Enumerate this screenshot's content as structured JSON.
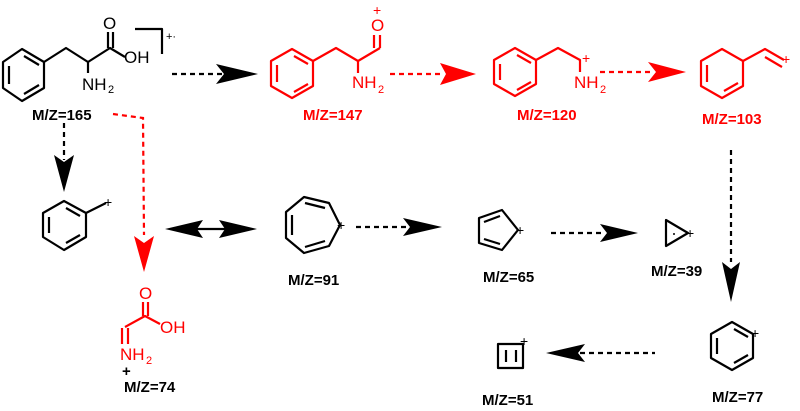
{
  "colors": {
    "default": "#000000",
    "highlight": "#ff0000"
  },
  "species": [
    {
      "id": "phenylalanine",
      "label": "M/Z=165",
      "atoms": [
        "O",
        "OH",
        "NH",
        "2"
      ],
      "charge": "+·",
      "color": "#000000"
    },
    {
      "id": "acylium",
      "label": "M/Z=147",
      "atoms": [
        "O",
        "+",
        "NH",
        "2"
      ],
      "color": "#ff0000"
    },
    {
      "id": "phenethyl-ammonium",
      "label": "M/Z=120",
      "atoms": [
        "NH",
        "2",
        "+"
      ],
      "color": "#ff0000"
    },
    {
      "id": "styryl-cation",
      "label": "M/Z=103",
      "atoms": [
        "+"
      ],
      "color": "#ff0000"
    },
    {
      "id": "benzyl-cation",
      "label": "",
      "atoms": [
        "+"
      ],
      "color": "#000000"
    },
    {
      "id": "tropylium",
      "label": "M/Z=91",
      "atoms": [
        "+"
      ],
      "color": "#000000"
    },
    {
      "id": "cyclopentadienyl-cation",
      "label": "M/Z=65",
      "atoms": [
        "+"
      ],
      "color": "#000000"
    },
    {
      "id": "cyclopropenyl-cation",
      "label": "M/Z=39",
      "atoms": [
        "+"
      ],
      "color": "#000000"
    },
    {
      "id": "iminium-glycine",
      "label": "M/Z=74",
      "atoms": [
        "O",
        "OH",
        "NH",
        "2",
        "+"
      ],
      "color": "#ff0000"
    },
    {
      "id": "phenyl-cation",
      "label": "M/Z=77",
      "atoms": [
        "+"
      ],
      "color": "#000000"
    },
    {
      "id": "cyclobutadienyl-cation",
      "label": "M/Z=51",
      "atoms": [
        "+"
      ],
      "color": "#000000"
    }
  ],
  "arrows": [
    {
      "from": "phenylalanine",
      "to": "acylium",
      "style": "dashed",
      "color": "#000000"
    },
    {
      "from": "acylium",
      "to": "phenethyl-ammonium",
      "style": "dashed",
      "color": "#ff0000"
    },
    {
      "from": "phenethyl-ammonium",
      "to": "styryl-cation",
      "style": "dashed",
      "color": "#ff0000"
    },
    {
      "from": "phenylalanine",
      "to": "benzyl-cation",
      "style": "dashed",
      "color": "#000000"
    },
    {
      "from": "phenylalanine",
      "to": "iminium-glycine",
      "style": "dashed",
      "color": "#ff0000"
    },
    {
      "from": "benzyl-cation",
      "to": "tropylium",
      "style": "resonance",
      "color": "#000000"
    },
    {
      "from": "tropylium",
      "to": "cyclopentadienyl-cation",
      "style": "dashed",
      "color": "#000000"
    },
    {
      "from": "cyclopentadienyl-cation",
      "to": "cyclopropenyl-cation",
      "style": "dashed",
      "color": "#000000"
    },
    {
      "from": "styryl-cation",
      "to": "phenyl-cation",
      "style": "dashed",
      "color": "#000000"
    },
    {
      "from": "phenyl-cation",
      "to": "cyclobutadienyl-cation",
      "style": "dashed",
      "color": "#000000"
    }
  ]
}
